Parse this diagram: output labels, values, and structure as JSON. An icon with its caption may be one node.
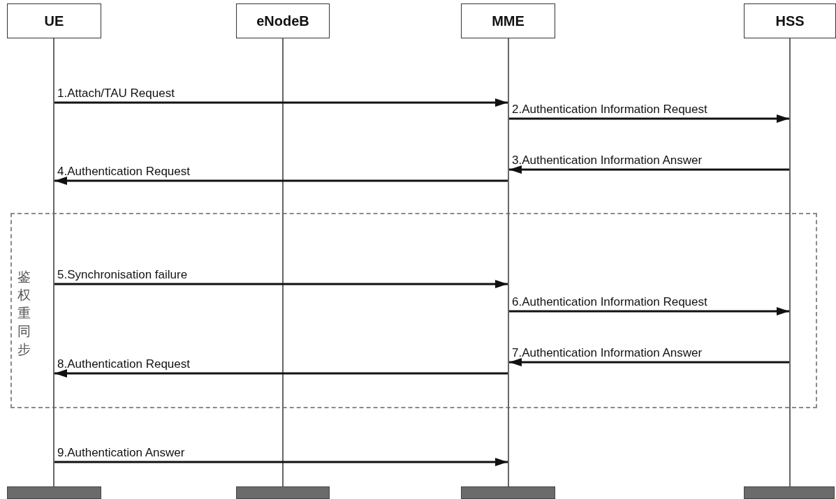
{
  "diagram": {
    "nodes": [
      {
        "text": [
          "UE"
        ]
      },
      {
        "text": [
          "eNodeB"
        ]
      },
      {
        "text": [
          "MME"
        ]
      },
      {
        "text": [
          "HSS"
        ]
      },
      {
        "text": [],
        "shape": "line"
      },
      {
        "text": [],
        "shape": "line"
      },
      {
        "text": [],
        "shape": "line"
      },
      {
        "text": [],
        "shape": "line"
      },
      {
        "text": [],
        "shape": "bar"
      },
      {
        "text": [],
        "shape": "bar"
      },
      {
        "text": [],
        "shape": "bar"
      },
      {
        "text": [],
        "shape": "bar"
      }
    ],
    "edges": [
      {
        "from": 4,
        "to": 6,
        "arrow": "to",
        "label": "1.Attach/TAU Request"
      },
      {
        "from": 6,
        "to": 7,
        "arrow": "to",
        "label": "2.Authentication Information Request"
      },
      {
        "from": 7,
        "to": 6,
        "arrow": "to",
        "label": "3.Authentication Information Answer"
      },
      {
        "from": 6,
        "to": 4,
        "arrow": "to",
        "label": "4.Authentication Request"
      },
      {
        "from": 4,
        "to": 6,
        "arrow": "to",
        "label": "5.Synchronisation failure"
      },
      {
        "from": 6,
        "to": 7,
        "arrow": "to",
        "label": "6.Authentication Information Request"
      },
      {
        "from": 7,
        "to": 6,
        "arrow": "to",
        "label": "7.Authentication Information Answer"
      },
      {
        "from": 6,
        "to": 4,
        "arrow": "to",
        "label": "8.Authentication Request"
      },
      {
        "from": 4,
        "to": 6,
        "arrow": "to",
        "label": "9.Authentication Answer"
      }
    ],
    "labels": [
      "鉴权重同步"
    ]
  }
}
